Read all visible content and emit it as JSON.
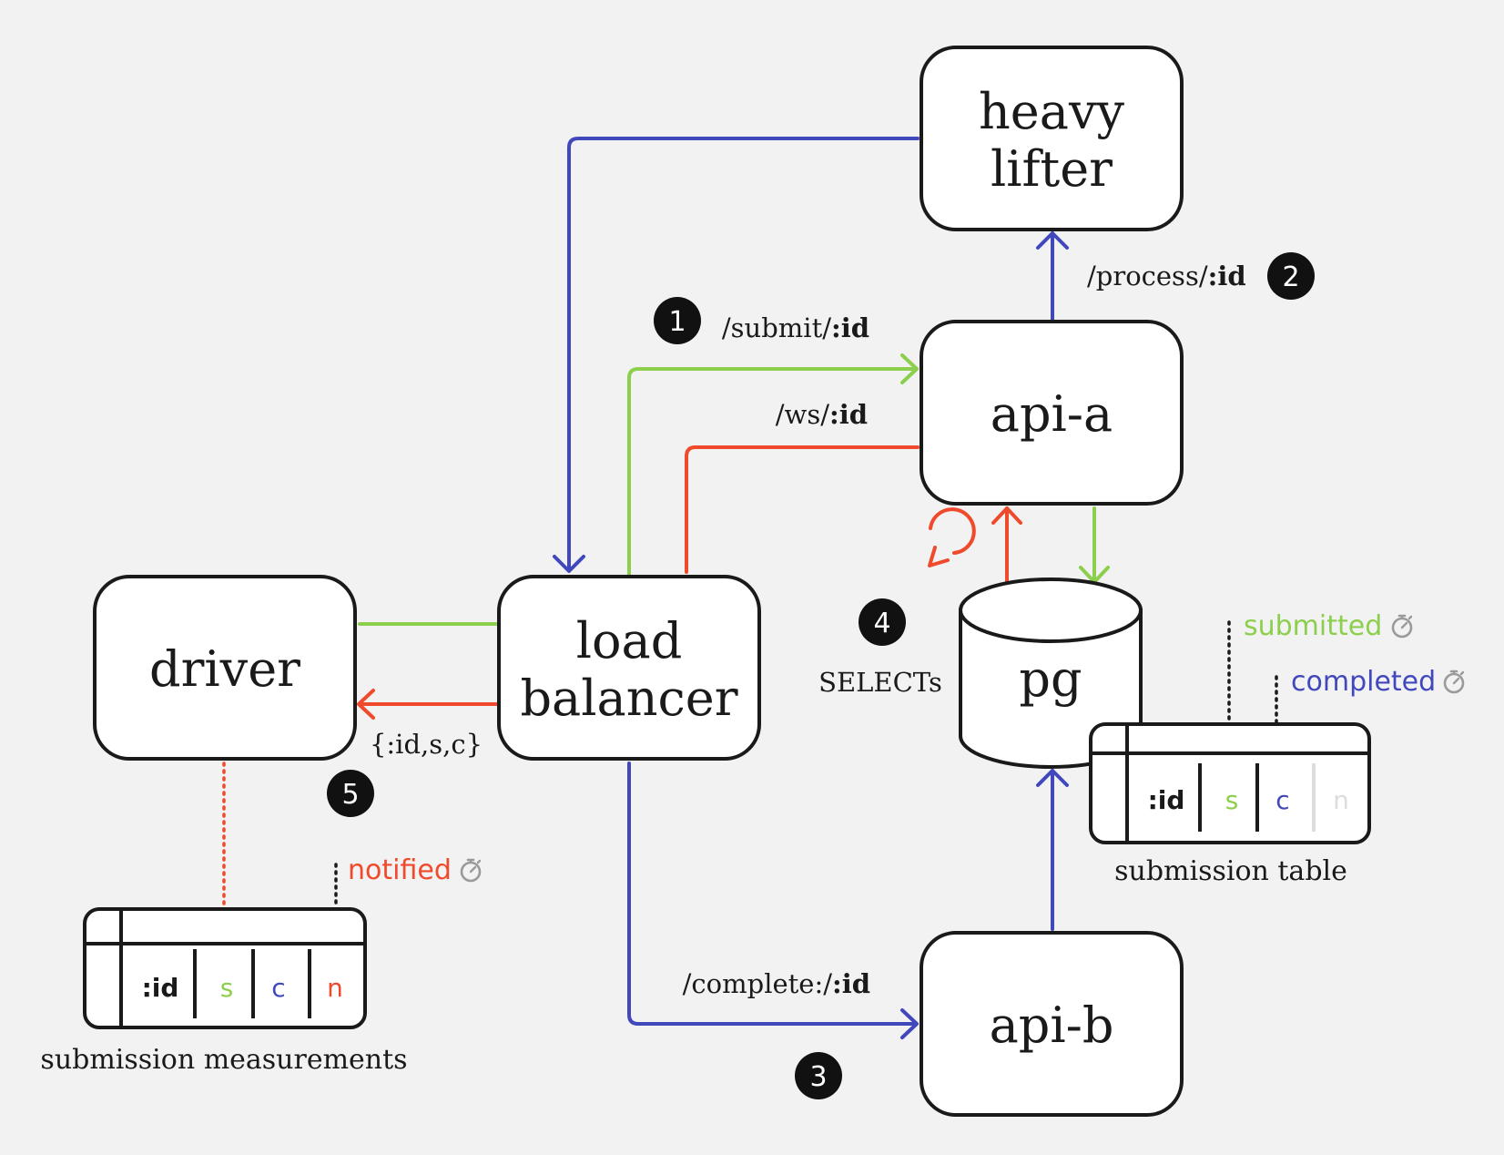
{
  "colors": {
    "green": "#8ccf4d",
    "blue": "#4048bc",
    "red": "#f04a2c",
    "dark": "#1a1a1a",
    "faint": "#dddddd"
  },
  "nodes": {
    "heavy_lifter": {
      "line1": "heavy",
      "line2": "lifter"
    },
    "api_a": "api-a",
    "api_b": "api-b",
    "pg": "pg",
    "load_balancer": {
      "line1": "load",
      "line2": "balancer"
    },
    "driver": "driver"
  },
  "edges": {
    "submit": {
      "prefix": "/submit/",
      "bold": ":id"
    },
    "ws": {
      "prefix": "/ws/",
      "bold": ":id"
    },
    "process": {
      "prefix": "/process/",
      "bold": ":id"
    },
    "complete": {
      "prefix": "/complete:/",
      "bold": ":id"
    },
    "payload": "{:id,s,c}",
    "selects": "SELECTs"
  },
  "badges": [
    "1",
    "2",
    "3",
    "4",
    "5"
  ],
  "submission_table": {
    "caption": "submission table",
    "cells": [
      ":id",
      "s",
      "c",
      "n"
    ],
    "timestamps": {
      "submitted": "submitted",
      "completed": "completed"
    }
  },
  "submission_measurements": {
    "caption": "submission measurements",
    "cells": [
      ":id",
      "s",
      "c",
      "n"
    ],
    "timestamps": {
      "notified": "notified"
    }
  },
  "icons": {
    "timer": "stopwatch-icon",
    "loop": "refresh-icon"
  }
}
